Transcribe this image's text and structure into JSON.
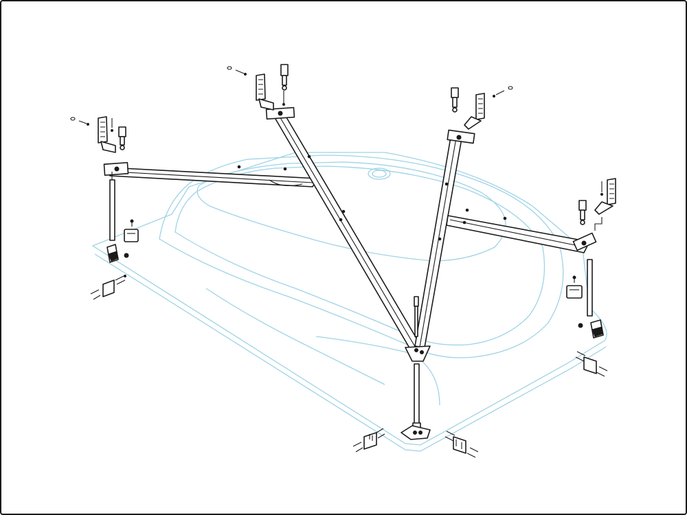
{
  "figure": {
    "colors": {
      "tub_outline": "#9ed3e6",
      "frame_parts": "#1a1a1a",
      "background": "#ffffff"
    },
    "components": {
      "bathtub": "corner-bathtub-outline",
      "beams": [
        "frame-beam-left",
        "frame-beam-back-left",
        "frame-beam-back-right",
        "frame-beam-right"
      ],
      "legs": [
        "support-leg-left",
        "support-leg-right",
        "support-leg-center"
      ],
      "center_node": "center-joint-plate",
      "wall_brackets": [
        "wall-bracket-left",
        "wall-bracket-back-left",
        "wall-bracket-back-right",
        "wall-bracket-right"
      ],
      "panel_clips": [
        "panel-clip-left",
        "panel-clip-right"
      ],
      "feet": [
        "leveling-foot-left",
        "leveling-foot-right",
        "leveling-foot-center"
      ],
      "panel_brackets": [
        "panel-bracket-left",
        "panel-bracket-front-left",
        "panel-bracket-front-right",
        "panel-bracket-right"
      ]
    }
  }
}
